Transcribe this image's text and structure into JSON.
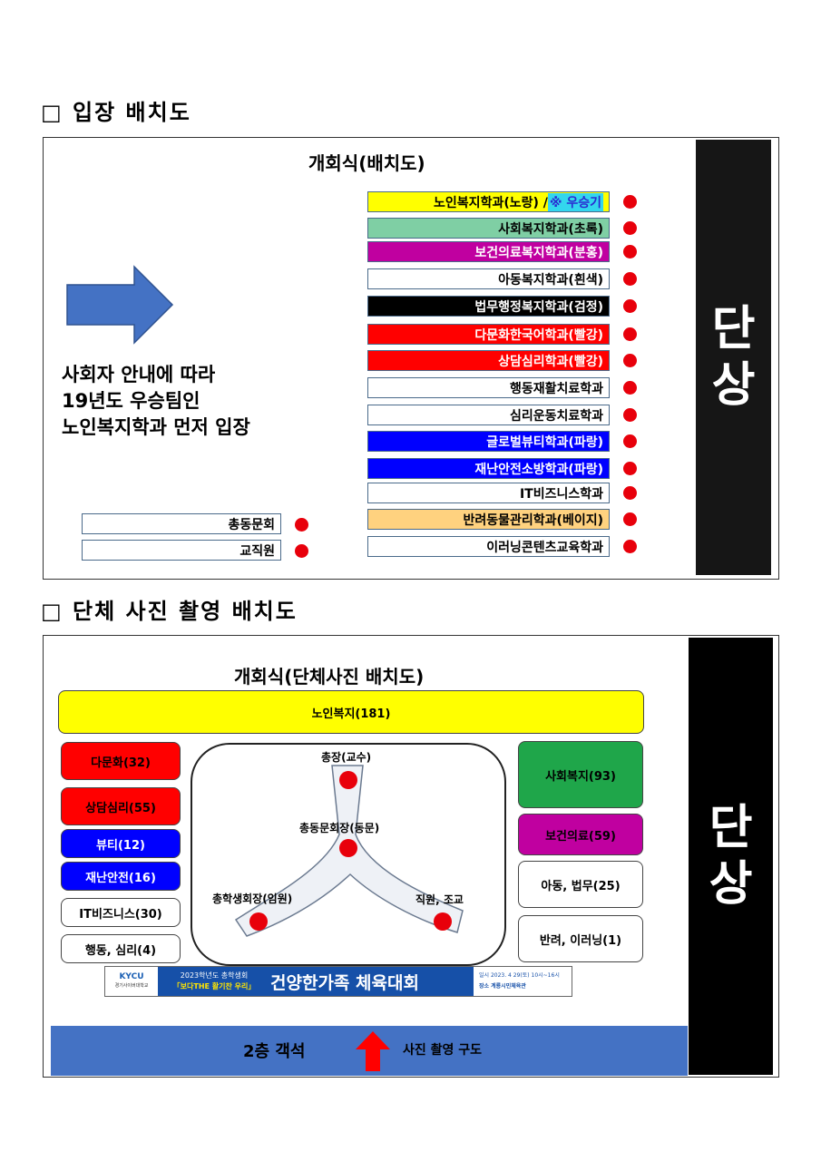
{
  "section1": {
    "title": "□ 입장 배치도",
    "diagram_title": "개회식(배치도)",
    "stage_chars": [
      "단",
      "상"
    ],
    "depts": [
      {
        "label_main": "노인복지학과(노랑) / ",
        "label_extra": "※ 우승기",
        "bg": "#ffff00",
        "fg": "#000000"
      },
      {
        "label_main": "사회복지학과(초록)",
        "bg": "#7fcfa4",
        "fg": "#000000"
      },
      {
        "label_main": "보건의료복지학과(분홍)",
        "bg": "#c000a0",
        "fg": "#ffffff"
      },
      {
        "label_main": "아동복지학과(흰색)",
        "bg": "#ffffff",
        "fg": "#000000"
      },
      {
        "label_main": "법무행정복지학과(검정)",
        "bg": "#000000",
        "fg": "#ffffff"
      },
      {
        "label_main": "다문화한국어학과(빨강)",
        "bg": "#ff0000",
        "fg": "#ffffff"
      },
      {
        "label_main": "상담심리학과(빨강)",
        "bg": "#ff0000",
        "fg": "#ffffff"
      },
      {
        "label_main": "행동재활치료학과",
        "bg": "#ffffff",
        "fg": "#000000"
      },
      {
        "label_main": "심리운동치료학과",
        "bg": "#ffffff",
        "fg": "#000000"
      },
      {
        "label_main": "글로벌뷰티학과(파랑)",
        "bg": "#0000ff",
        "fg": "#ffffff"
      },
      {
        "label_main": "재난안전소방학과(파랑)",
        "bg": "#0000ff",
        "fg": "#ffffff"
      },
      {
        "label_main": "IT비즈니스학과",
        "bg": "#ffffff",
        "fg": "#000000"
      },
      {
        "label_main": "반려동물관리학과(베이지)",
        "bg": "#ffd27f",
        "fg": "#000000"
      },
      {
        "label_main": "이러닝콘텐츠교육학과",
        "bg": "#ffffff",
        "fg": "#000000"
      }
    ],
    "note_lines": [
      "사회자 안내에 따라",
      "19년도 우승팀인",
      "노인복지학과 먼저 입장"
    ],
    "left_boxes": [
      "총동문회",
      "교직원"
    ],
    "colors": {
      "arrow": "#4472c4",
      "dot": "#e8000b",
      "stage": "#161616"
    }
  },
  "section2": {
    "title": "□ 단체 사진 촬영 배치도",
    "diagram_title": "개회식(단체사진 배치도)",
    "stage_chars": [
      "단",
      "상"
    ],
    "top_bar": "노인복지(181)",
    "left_groups": [
      {
        "label": "다문화(32)",
        "bg": "#ff0000",
        "fg": "#000000"
      },
      {
        "label": "상담심리(55)",
        "bg": "#ff0000",
        "fg": "#000000"
      },
      {
        "label": "뷰티(12)",
        "bg": "#0000ff",
        "fg": "#ffffff"
      },
      {
        "label": "재난안전(16)",
        "bg": "#0000ff",
        "fg": "#ffffff"
      },
      {
        "label": "IT비즈니스(30)",
        "bg": "#ffffff",
        "fg": "#000000"
      },
      {
        "label": "행동, 심리(4)",
        "bg": "#ffffff",
        "fg": "#000000"
      }
    ],
    "right_groups": [
      {
        "label": "사회복지(93)",
        "bg": "#1fa64a",
        "fg": "#000000"
      },
      {
        "label": "보건의료(59)",
        "bg": "#c000a0",
        "fg": "#000000"
      },
      {
        "label": "아동, 법무(25)",
        "bg": "#ffffff",
        "fg": "#000000"
      },
      {
        "label": "반려, 이러닝(1)",
        "bg": "#ffffff",
        "fg": "#000000"
      }
    ],
    "center_labels": {
      "president": "총장(교수)",
      "alumni": "총동문회장(동문)",
      "student": "총학생회장(임원)",
      "staff": "직원, 조교"
    },
    "banner": {
      "logo": "KYCU",
      "logo_sub": "경기사이버대학교",
      "subtitle": "2023학년도 총학생회",
      "slogan": "「보다THE 활기찬 우리」",
      "main": "건양한가족 체육대회",
      "date": "일시 2023. 4 29(토) 10시~16시",
      "place": "장소 계룡시민체육관"
    },
    "footer": {
      "seats": "2층 객석",
      "direction": "사진 촬영 구도"
    },
    "colors": {
      "footer": "#4472c4",
      "top_bar": "#ffff00",
      "up_arrow": "#ff0000"
    }
  }
}
